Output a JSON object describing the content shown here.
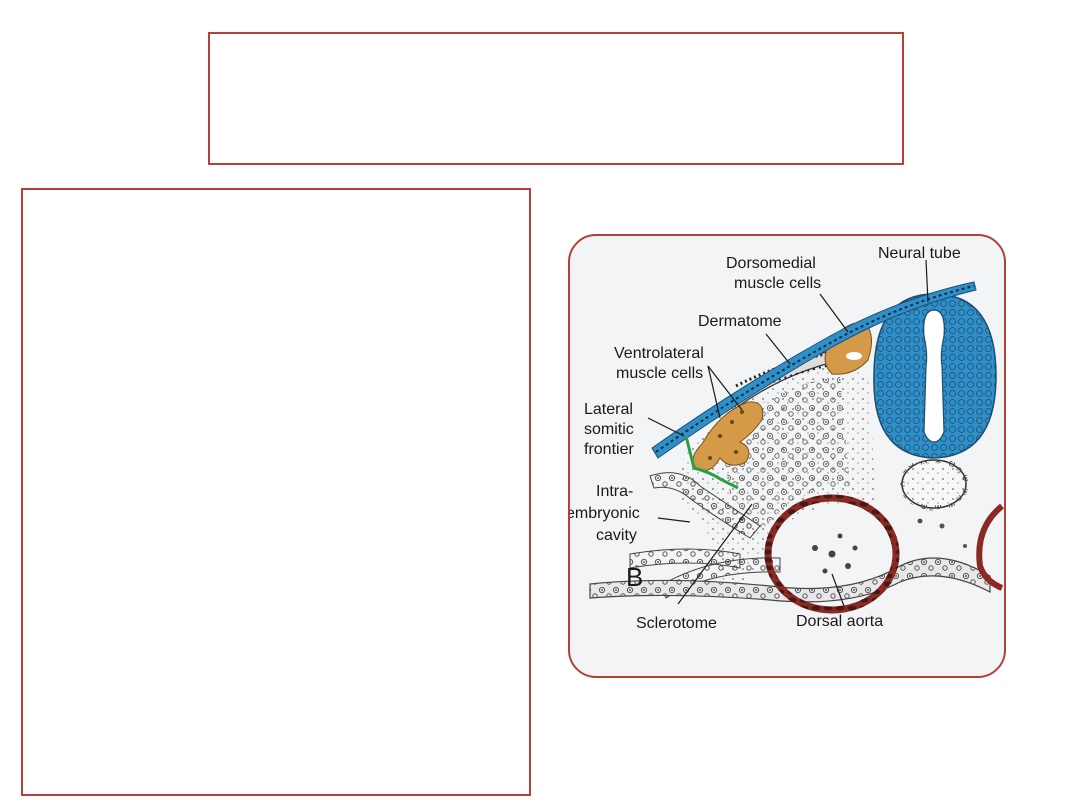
{
  "slide": {
    "title": "",
    "body": ""
  },
  "figure": {
    "panel_letter": "B",
    "labels": {
      "neural_tube": "Neural tube",
      "dorsomedial_1": "Dorsomedial",
      "dorsomedial_2": "muscle cells",
      "dermatome": "Dermatome",
      "ventrolateral_1": "Ventrolateral",
      "ventrolateral_2": "muscle cells",
      "lateral_1": "Lateral",
      "lateral_2": "somitic",
      "lateral_3": "frontier",
      "intra_1": "Intra-",
      "intra_2": "embryonic",
      "intra_3": "cavity",
      "sclerotome": "Sclerotome",
      "dorsal_aorta": "Dorsal aorta"
    },
    "colors": {
      "frame_border": "#b5403a",
      "ectoderm": "#2f8fc8",
      "muscle": "#d59a48",
      "aorta": "#8a2a22",
      "frontier": "#2aa046"
    }
  }
}
